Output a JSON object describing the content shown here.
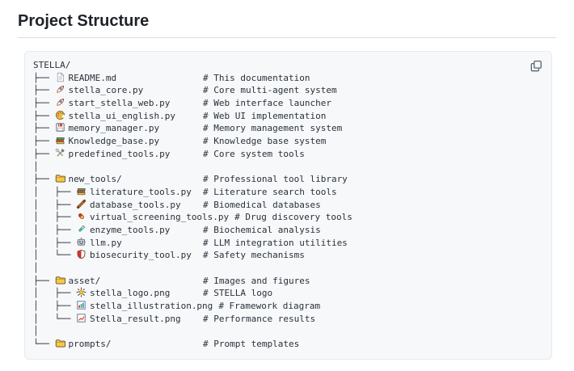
{
  "header": {
    "title": "Project Structure"
  },
  "colors": {
    "code_background": "#f6f8fa",
    "text": "#1f2328",
    "heading_border": "#d8dee4",
    "folder_yellow": "#f5c84b",
    "comment_text": "#2a3139"
  },
  "code_block": {
    "copy_button": {
      "icon": "copy"
    },
    "rows": [
      {
        "prefix": "",
        "icon": "",
        "name": "STELLA/",
        "comment": ""
      },
      {
        "prefix": "├── ",
        "icon": "page",
        "name": "README.md",
        "comment": "# This documentation"
      },
      {
        "prefix": "├── ",
        "icon": "rocket",
        "name": "stella_core.py",
        "comment": "# Core multi-agent system"
      },
      {
        "prefix": "├── ",
        "icon": "rocket",
        "name": "start_stella_web.py",
        "comment": "# Web interface launcher"
      },
      {
        "prefix": "├── ",
        "icon": "palette",
        "name": "stella_ui_english.py",
        "comment": "# Web UI implementation"
      },
      {
        "prefix": "├── ",
        "icon": "floppy",
        "name": "memory_manager.py",
        "comment": "# Memory management system"
      },
      {
        "prefix": "├── ",
        "icon": "books",
        "name": "Knowledge_base.py",
        "comment": "# Knowledge base system"
      },
      {
        "prefix": "├── ",
        "icon": "tools",
        "name": "predefined_tools.py",
        "comment": "# Core system tools"
      },
      {
        "prefix": "│",
        "icon": "",
        "name": "",
        "comment": ""
      },
      {
        "prefix": "├── ",
        "icon": "folder",
        "name": "new_tools/",
        "comment": "# Professional tool library"
      },
      {
        "prefix": "│   ├── ",
        "icon": "books",
        "name": "literature_tools.py",
        "comment": "# Literature search tools"
      },
      {
        "prefix": "│   ├── ",
        "icon": "dna",
        "name": "database_tools.py",
        "comment": "# Biomedical databases"
      },
      {
        "prefix": "│   ├── ",
        "icon": "pill",
        "name": "virtual_screening_tools.py",
        "comment": "# Drug discovery tools"
      },
      {
        "prefix": "│   ├── ",
        "icon": "test-tube",
        "name": "enzyme_tools.py",
        "comment": "# Biochemical analysis"
      },
      {
        "prefix": "│   ├── ",
        "icon": "robot",
        "name": "llm.py",
        "comment": "# LLM integration utilities"
      },
      {
        "prefix": "│   └── ",
        "icon": "shield",
        "name": "biosecurity_tool.py",
        "comment": "# Safety mechanisms"
      },
      {
        "prefix": "│",
        "icon": "",
        "name": "",
        "comment": ""
      },
      {
        "prefix": "├── ",
        "icon": "folder",
        "name": "asset/",
        "comment": "# Images and figures"
      },
      {
        "prefix": "│   ├── ",
        "icon": "glowing-star",
        "name": "stella_logo.png",
        "comment": "# STELLA logo"
      },
      {
        "prefix": "│   ├── ",
        "icon": "bar-chart",
        "name": "stella_illustration.png",
        "comment": "# Framework diagram"
      },
      {
        "prefix": "│   └── ",
        "icon": "chart-up",
        "name": "Stella_result.png",
        "comment": "# Performance results"
      },
      {
        "prefix": "│",
        "icon": "",
        "name": "",
        "comment": ""
      },
      {
        "prefix": "└── ",
        "icon": "folder",
        "name": "prompts/",
        "comment": "# Prompt templates"
      }
    ]
  }
}
